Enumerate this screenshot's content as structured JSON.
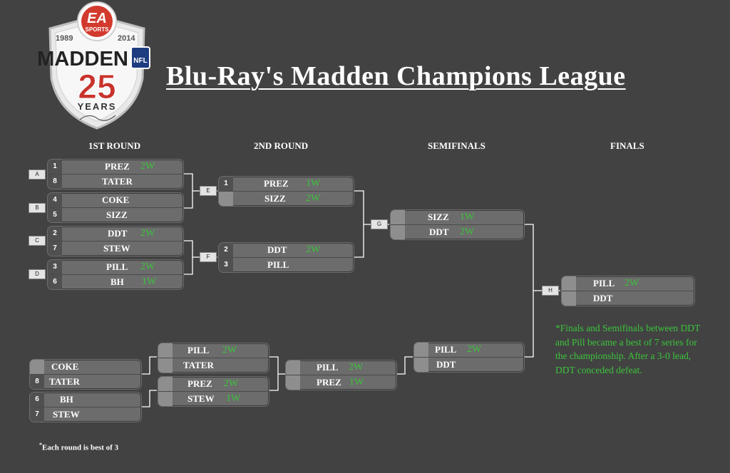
{
  "logo": {
    "brand": "EA",
    "brand_sub": "SPORTS",
    "year_start": "1989",
    "year_end": "2014",
    "wordmark": "MADDEN",
    "league_badge": "NFL",
    "anniversary": "25",
    "years_label": "YEARS"
  },
  "title": "Blu-Ray's Madden Champions League",
  "rounds": {
    "r1": "1ST ROUND",
    "r2": "2ND ROUND",
    "semis": "SEMIFINALS",
    "finals": "FINALS"
  },
  "tags": {
    "a": "A",
    "b": "B",
    "c": "C",
    "d": "D",
    "e": "E",
    "f": "F",
    "g": "G",
    "h": "H"
  },
  "winners": {
    "r1_a": {
      "top": {
        "seed": "1",
        "name": "PREZ",
        "wins": "2W"
      },
      "bottom": {
        "seed": "8",
        "name": "TATER",
        "wins": ""
      }
    },
    "r1_b": {
      "top": {
        "seed": "4",
        "name": "COKE",
        "wins": ""
      },
      "bottom": {
        "seed": "5",
        "name": "SIZZ",
        "wins": ""
      }
    },
    "r1_c": {
      "top": {
        "seed": "2",
        "name": "DDT",
        "wins": "2W"
      },
      "bottom": {
        "seed": "7",
        "name": "STEW",
        "wins": ""
      }
    },
    "r1_d": {
      "top": {
        "seed": "3",
        "name": "PILL",
        "wins": "2W"
      },
      "bottom": {
        "seed": "6",
        "name": "BH",
        "wins": "1W"
      }
    },
    "r2_e": {
      "top": {
        "seed": "1",
        "name": "PREZ",
        "wins": "1W"
      },
      "bottom": {
        "seed": "",
        "name": "SIZZ",
        "wins": "2W"
      }
    },
    "r2_f": {
      "top": {
        "seed": "2",
        "name": "DDT",
        "wins": "2W"
      },
      "bottom": {
        "seed": "3",
        "name": "PILL",
        "wins": ""
      }
    },
    "semi_g": {
      "top": {
        "seed": "",
        "name": "SIZZ",
        "wins": "1W"
      },
      "bottom": {
        "seed": "",
        "name": "DDT",
        "wins": "2W"
      }
    },
    "final_h": {
      "top": {
        "seed": "",
        "name": "PILL",
        "wins": "2W"
      },
      "bottom": {
        "seed": "",
        "name": "DDT",
        "wins": ""
      }
    }
  },
  "losers": {
    "l1_a": {
      "top": {
        "seed": "",
        "name": "COKE",
        "wins": ""
      },
      "bottom": {
        "seed": "8",
        "name": "TATER",
        "wins": ""
      }
    },
    "l1_b": {
      "top": {
        "seed": "6",
        "name": "BH",
        "wins": ""
      },
      "bottom": {
        "seed": "7",
        "name": "STEW",
        "wins": ""
      }
    },
    "l2_a": {
      "top": {
        "seed": "",
        "name": "PILL",
        "wins": "2W"
      },
      "bottom": {
        "seed": "",
        "name": "TATER",
        "wins": ""
      }
    },
    "l2_b": {
      "top": {
        "seed": "",
        "name": "PREZ",
        "wins": "2W"
      },
      "bottom": {
        "seed": "",
        "name": "STEW",
        "wins": "1W"
      }
    },
    "l3": {
      "top": {
        "seed": "",
        "name": "PILL",
        "wins": "2W"
      },
      "bottom": {
        "seed": "",
        "name": "PREZ",
        "wins": "1W"
      }
    },
    "l4": {
      "top": {
        "seed": "",
        "name": "PILL",
        "wins": "2W"
      },
      "bottom": {
        "seed": "",
        "name": "DDT",
        "wins": ""
      }
    }
  },
  "note": "*Finals and Semifinals between DDT and Pill became a best of 7 series for the championship. After a 3-0 lead, DDT conceded defeat.",
  "footnote_star": "*",
  "footnote": "Each round is best of 3",
  "colors": {
    "background": "#424242",
    "box": "#6c6c6c",
    "wins": "#3cc43c",
    "logo_red": "#c8332c"
  }
}
